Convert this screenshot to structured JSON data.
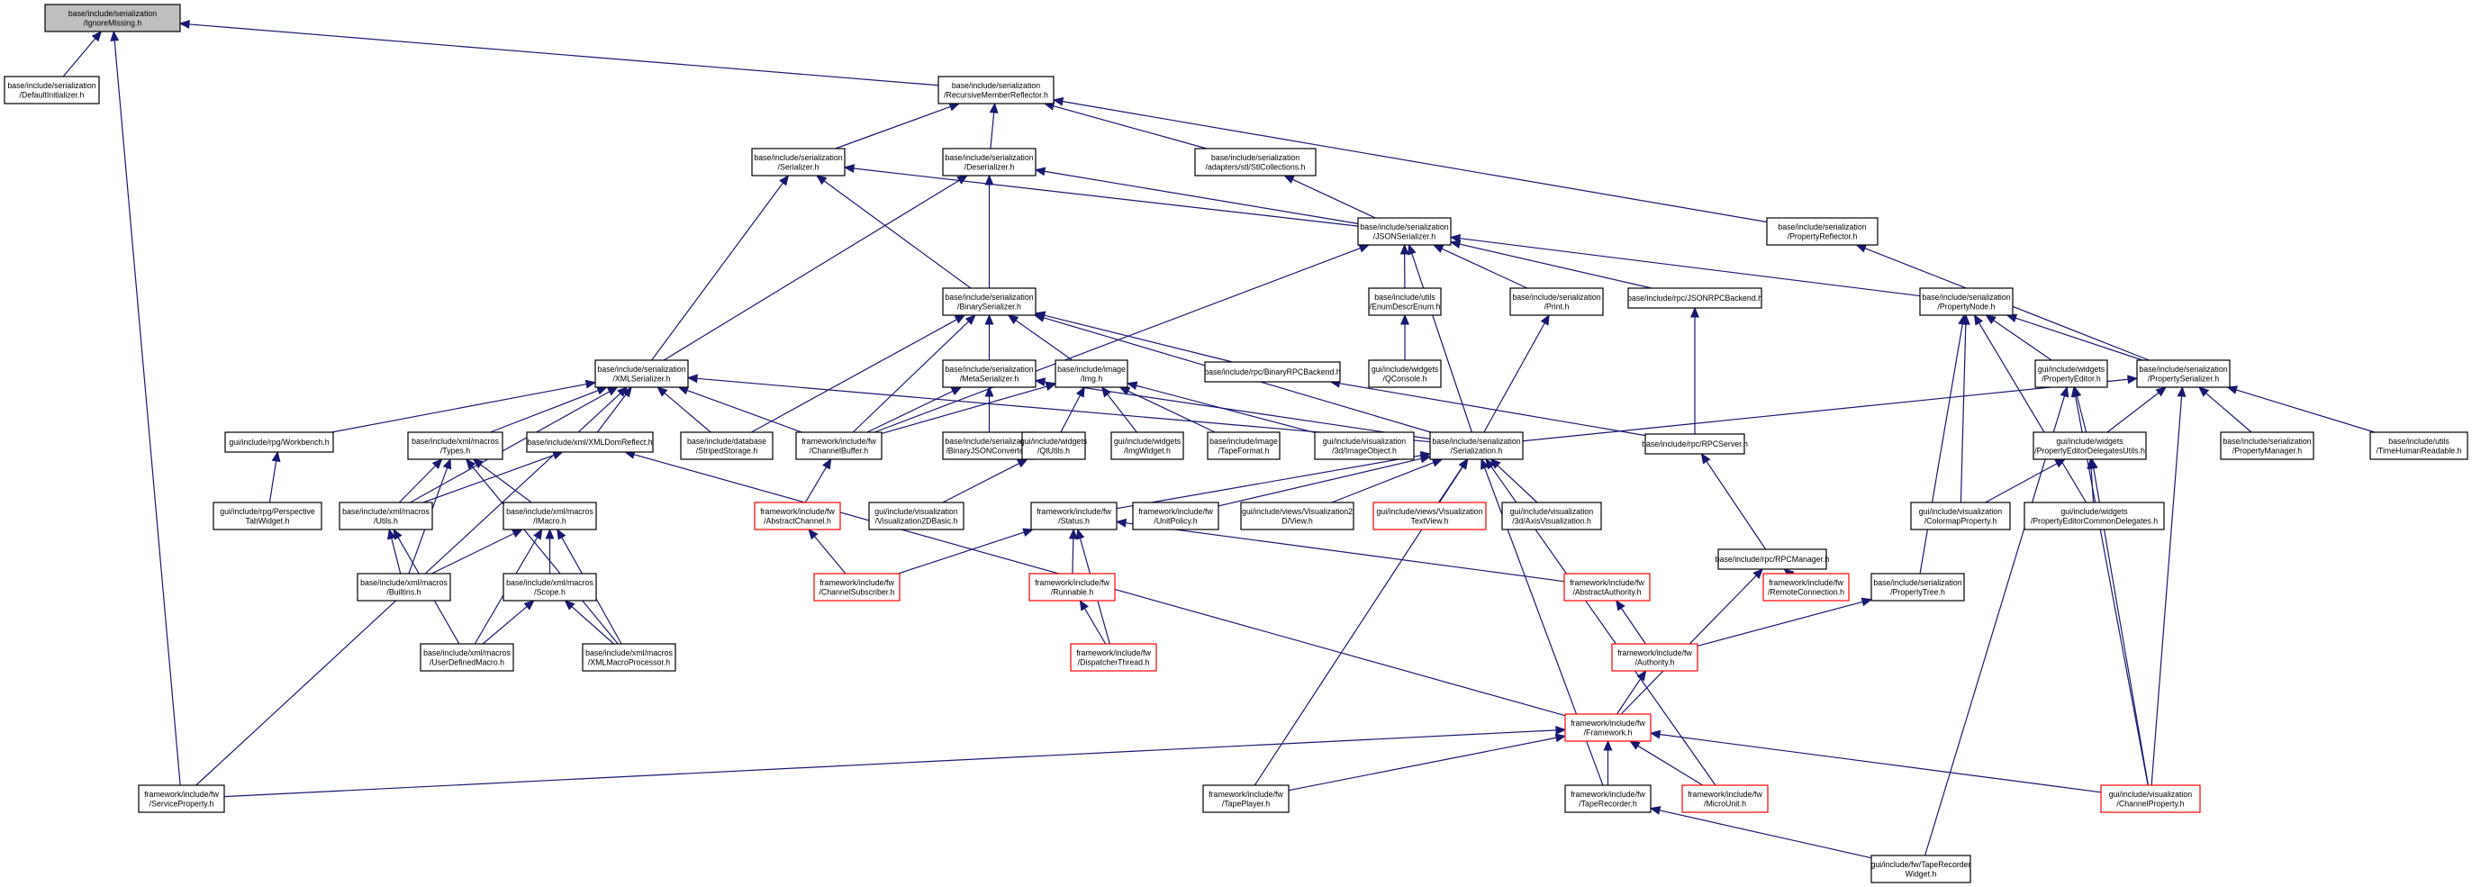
{
  "colors": {
    "edge": "#191970",
    "normal_border": "#000000",
    "highlight_border": "#ff0000",
    "root_fill": "#bfbfbf",
    "node_fill": "#ffffff"
  },
  "nodes": {
    "ignoreMissing": [
      "base/include/serialization",
      "/IgnoreMissing.h"
    ],
    "defaultInit": [
      "base/include/serialization",
      "/DefaultInitializer.h"
    ],
    "recursiveMember": [
      "base/include/serialization",
      "/RecursiveMemberReflector.h"
    ],
    "serializer": [
      "base/include/serialization",
      "/Serializer.h"
    ],
    "deserializer": [
      "base/include/serialization",
      "/Deserializer.h"
    ],
    "stlCollections": [
      "base/include/serialization",
      "/adapters/stl/StlCollections.h"
    ],
    "propertyReflector": [
      "base/include/serialization",
      "/PropertyReflector.h"
    ],
    "jsonSerializer": [
      "base/include/serialization",
      "/JSONSerializer.h"
    ],
    "binarySerializer": [
      "base/include/serialization",
      "/BinarySerializer.h"
    ],
    "enumDescrEnum": [
      "base/include/utils",
      "/EnumDescrEnum.h"
    ],
    "printH": [
      "base/include/serialization",
      "/Print.h"
    ],
    "jsonRpcBackend": [
      "base/include/rpc/JSONRPCBackend.h"
    ],
    "propertyNode": [
      "base/include/serialization",
      "/PropertyNode.h"
    ],
    "xmlSerializer": [
      "base/include/serialization",
      "/XMLSerializer.h"
    ],
    "metaSerializer": [
      "base/include/serialization",
      "/MetaSerializer.h"
    ],
    "imgH": [
      "base/include/image",
      "/Img.h"
    ],
    "binaryRpcBackend": [
      "base/include/rpc/BinaryRPCBackend.h"
    ],
    "qConsole": [
      "gui/include/widgets",
      "/QConsole.h"
    ],
    "propertyEditor": [
      "gui/include/widgets",
      "/PropertyEditor.h"
    ],
    "propertySerializer": [
      "base/include/serialization",
      "/PropertySerializer.h"
    ],
    "rpgWorkbench": [
      "gui/include/rpg/Workbench.h"
    ],
    "typesH": [
      "base/include/xml/macros",
      "/Types.h"
    ],
    "xmlDomReflect": [
      "base/include/xml/XMLDomReflect.h"
    ],
    "stripedStorage": [
      "base/include/database",
      "/StripedStorage.h"
    ],
    "channelBuffer": [
      "framework/include/fw",
      "/ChannelBuffer.h"
    ],
    "binaryJsonConverter": [
      "base/include/serialization",
      "/BinaryJSONConverter.h"
    ],
    "imgWidget": [
      "gui/include/widgets",
      "/ImgWidget.h"
    ],
    "tapeFormat": [
      "base/include/image",
      "/TapeFormat.h"
    ],
    "qtImageObject": [
      "gui/include/visualization",
      "/3d/ImageObject.h"
    ],
    "serializationH": [
      "base/include/serialization",
      "/Serialization.h"
    ],
    "rpcServer": [
      "base/include/rpc/RPCServer.h"
    ],
    "propertyEditorDelegatesUtils": [
      "gui/include/widgets",
      "/PropertyEditorDelegatesUtils.h"
    ],
    "propertyManager": [
      "base/include/serialization",
      "/PropertyManager.h"
    ],
    "timeHumanReadable": [
      "base/include/utils",
      "/TimeHumanReadable.h"
    ],
    "perspectiveTabWidget": [
      "gui/include/rpg/Perspective",
      "TabWidget.h"
    ],
    "utilsH": [
      "base/include/xml/macros",
      "/Utils.h"
    ],
    "iMacroH": [
      "base/include/xml/macros",
      "/IMacro.h"
    ],
    "qtUtils": [
      "gui/include/widgets",
      "/QtUtils.h"
    ],
    "abstractChannel": [
      "framework/include/fw",
      "/AbstractChannel.h"
    ],
    "visualization2dBasic": [
      "gui/include/visualization",
      "/Visualization2DBasic.h"
    ],
    "statusH": [
      "framework/include/fw",
      "/Status.h"
    ],
    "unitPolicy": [
      "framework/include/fw",
      "/UnitPolicy.h"
    ],
    "views2dView": [
      "gui/include/views/Visualization2",
      "D/View.h"
    ],
    "textView": [
      "gui/include/views/Visualization",
      "TextView.h"
    ],
    "axisVisualization": [
      "gui/include/visualization",
      "/3d/AxisVisualization.h"
    ],
    "rpcManager": [
      "base/include/rpc/RPCManager.h"
    ],
    "colormapProperty": [
      "gui/include/visualization",
      "/ColormapProperty.h"
    ],
    "propertyEditorCommonDelegates": [
      "gui/include/widgets",
      "/PropertyEditorCommonDelegates.h"
    ],
    "builtins": [
      "base/include/xml/macros",
      "/Builtins.h"
    ],
    "scopeH": [
      "base/include/xml/macros",
      "/Scope.h"
    ],
    "channelSubscriber": [
      "framework/include/fw",
      "/ChannelSubscriber.h"
    ],
    "runnable": [
      "framework/include/fw",
      "/Runnable.h"
    ],
    "abstractAuthority": [
      "framework/include/fw",
      "/AbstractAuthority.h"
    ],
    "remoteConnection": [
      "framework/include/fw",
      "/RemoteConnection.h"
    ],
    "propertyTree": [
      "base/include/serialization",
      "/PropertyTree.h"
    ],
    "userDefinedMacro": [
      "base/include/xml/macros",
      "/UserDefinedMacro.h"
    ],
    "xmlMacroProcessor": [
      "base/include/xml/macros",
      "/XMLMacroProcessor.h"
    ],
    "dispatcherThread": [
      "framework/include/fw",
      "/DispatcherThread.h"
    ],
    "authorityH": [
      "framework/include/fw",
      "/Authority.h"
    ],
    "frameworkH": [
      "framework/include/fw",
      "/Framework.h"
    ],
    "serviceProperty": [
      "framework/include/fw",
      "/ServiceProperty.h"
    ],
    "tapePlayer": [
      "framework/include/fw",
      "/TapePlayer.h"
    ],
    "tapeRecorder": [
      "framework/include/fw",
      "/TapeRecorder.h"
    ],
    "microUnit": [
      "framework/include/fw",
      "/MicroUnit.h"
    ],
    "channelProperty": [
      "gui/include/visualization",
      "/ChannelProperty.h"
    ],
    "tapeRecorderWidget": [
      "gui/include/fw/TapeRecorder",
      "Widget.h"
    ]
  }
}
